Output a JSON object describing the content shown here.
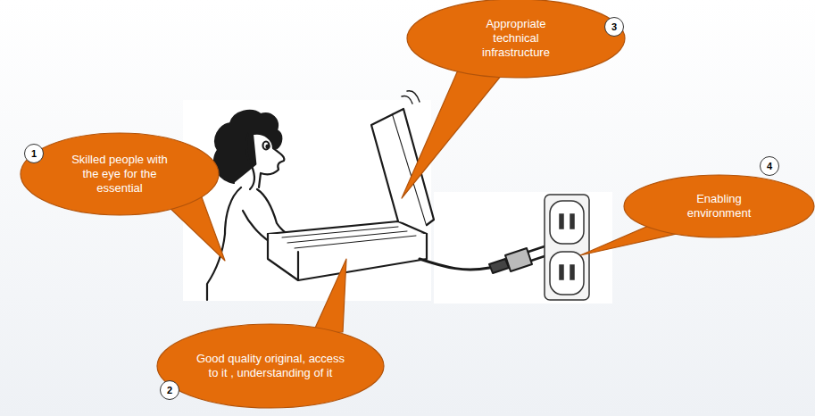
{
  "diagram": {
    "nodes": [
      {
        "text": [
          "Skilled people with the eye for the essential"
        ]
      },
      {
        "text": [
          "Good quality original, access to it , understanding of it"
        ]
      },
      {
        "text": [
          "Appropriate technical infrastructure"
        ]
      },
      {
        "text": [
          "Enabling environment"
        ]
      }
    ],
    "labels": [
      "1",
      "2",
      "3",
      "4"
    ]
  }
}
